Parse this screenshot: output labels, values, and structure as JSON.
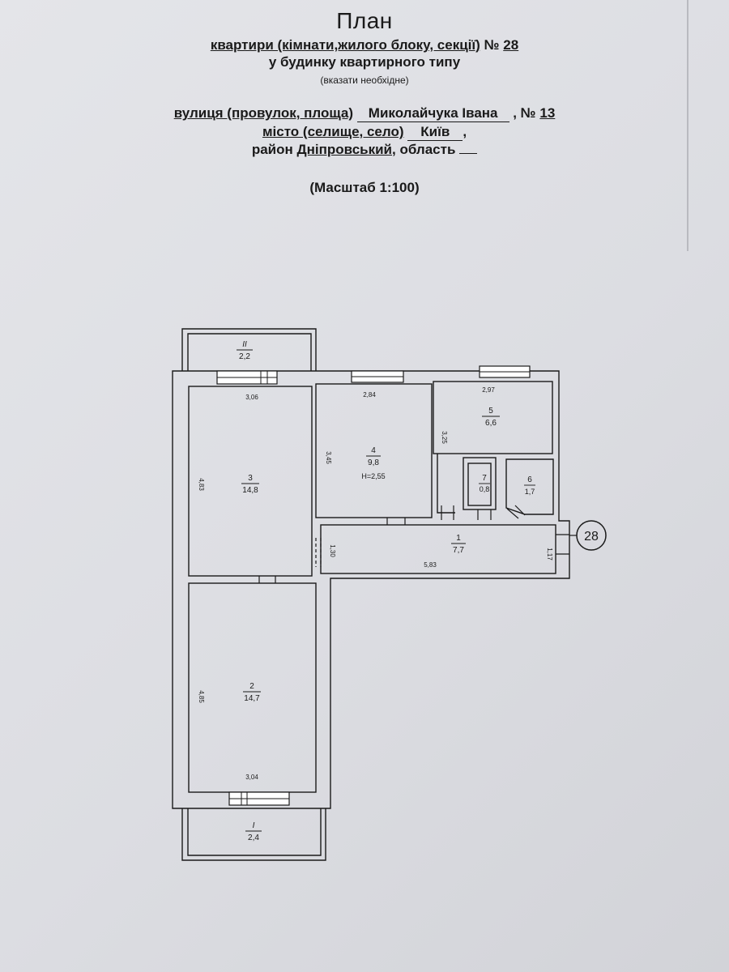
{
  "header": {
    "title": "План",
    "line1_a": "квартири (кімнати,жилого блоку, секції)",
    "line1_no": "№",
    "line1_num": "28",
    "line2": "у будинку квартирного типу",
    "line3": "(вказати необхідне)",
    "street_label": "вулиця (провулок, площа)",
    "street_value": "Миколайчука Івана",
    "house_no_label": ", №",
    "house_no": "13",
    "city_label": "місто (селище, село)",
    "city_value": "Київ",
    "city_tail": ",",
    "district_label": "район",
    "district_value": "Дніпровський",
    "region_label": ", область",
    "region_value": "",
    "scale": "(Масштаб 1:100)"
  },
  "plan": {
    "apartment_badge": "28",
    "balcony_top": {
      "num": "II",
      "area": "2,2"
    },
    "balcony_bottom": {
      "num": "I",
      "area": "2,4"
    },
    "rooms": [
      {
        "num": "1",
        "area": "7,7"
      },
      {
        "num": "2",
        "area": "14,7"
      },
      {
        "num": "3",
        "area": "14,8"
      },
      {
        "num": "4",
        "area": "9,8",
        "height": "H=2,55"
      },
      {
        "num": "5",
        "area": "6,6"
      },
      {
        "num": "6",
        "area": "1,7"
      },
      {
        "num": "7",
        "area": "0,8"
      }
    ],
    "dims": {
      "r3_width": "3,06",
      "r3_height": "4,83",
      "r4_width": "2,84",
      "r4_height": "3,45",
      "r5_width": "2,97",
      "r5_height": "3,25",
      "hall_height": "1,30",
      "hall_length": "5,83",
      "hall_end": "1,17",
      "r2_height": "4,85",
      "r2_width": "3,04"
    }
  }
}
